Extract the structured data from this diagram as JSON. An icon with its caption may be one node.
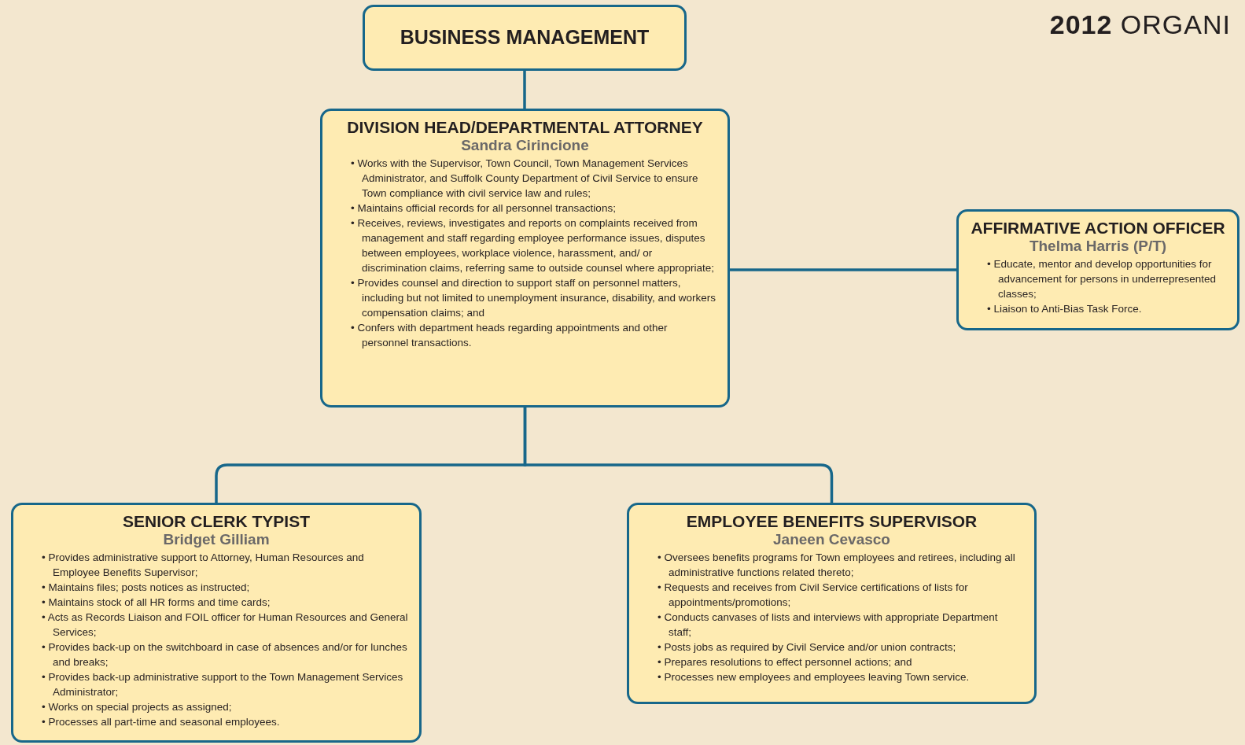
{
  "diagram": {
    "nodes": [
      {
        "text": [
          "BUSINESS MANAGEMENT"
        ]
      },
      {
        "text": [
          "DIVISION HEAD/DEPARTMENTAL ATTORNEY",
          "Sandra Cirincione",
          "• Works with the Supervisor, Town Council, Town Management Services Administrator, and Suffolk County Department of Civil Service to ensure Town compliance with civil service law and rules;",
          "• Maintains official records for all personnel transactions;",
          "• Receives, reviews, investigates and reports on complaints received from management and staff regarding employee performance issues, disputes between employees, workplace violence, harassment, and/ or discrimination claims, referring same to outside counsel where appropriate;",
          "• Provides counsel and direction to support staff on personnel matters, including but not limited to unemployment insurance, disability, and workers compensation claims; and",
          "• Confers with department heads regarding appointments and other personnel transactions."
        ]
      },
      {
        "text": [
          "AFFIRMATIVE ACTION OFFICER",
          "Thelma Harris (P/T)",
          "• Educate, mentor and develop opportunities for advancement for persons in underrepresented classes;",
          "• Liaison to Anti-Bias Task Force."
        ]
      },
      {
        "text": [
          "SENIOR CLERK TYPIST",
          "Bridget Gilliam",
          "• Provides administrative support to Attorney, Human Resources and Employee Benefits Supervisor;",
          "• Maintains files; posts notices as instructed;",
          "• Maintains stock of all HR forms and time cards;",
          "• Acts as Records Liaison and FOIL officer for Human Resources and General Services;",
          "• Provides back-up on the switchboard in case of absences and/or for lunches and breaks;",
          "• Provides back-up administrative support to the Town Management Services Administrator;",
          "• Works on special projects as assigned;",
          "• Processes all part-time and seasonal employees."
        ]
      },
      {
        "text": [
          "EMPLOYEE BENEFITS SUPERVISOR",
          "Janeen Cevasco",
          "• Oversees benefits programs for Town employees and retirees, including all administrative functions related thereto;",
          "• Requests and receives from Civil Service certifications of lists for appointments/promotions;",
          "• Conducts canvases of lists and interviews with appropriate Department staff;",
          "• Posts jobs as required by Civil Service and/or union contracts;",
          "• Prepares resolutions to effect personnel actions; and",
          "• Processes new employees and employees leaving Town service."
        ]
      }
    ],
    "edges": [
      {
        "from": 0,
        "to": 1,
        "arrow": "none"
      },
      {
        "from": 1,
        "to": 2,
        "arrow": "none"
      },
      {
        "from": 1,
        "to": 3,
        "arrow": "none"
      },
      {
        "from": 1,
        "to": 4,
        "arrow": "none"
      }
    ],
    "labels": [
      "**2012** ORGANI"
    ]
  }
}
